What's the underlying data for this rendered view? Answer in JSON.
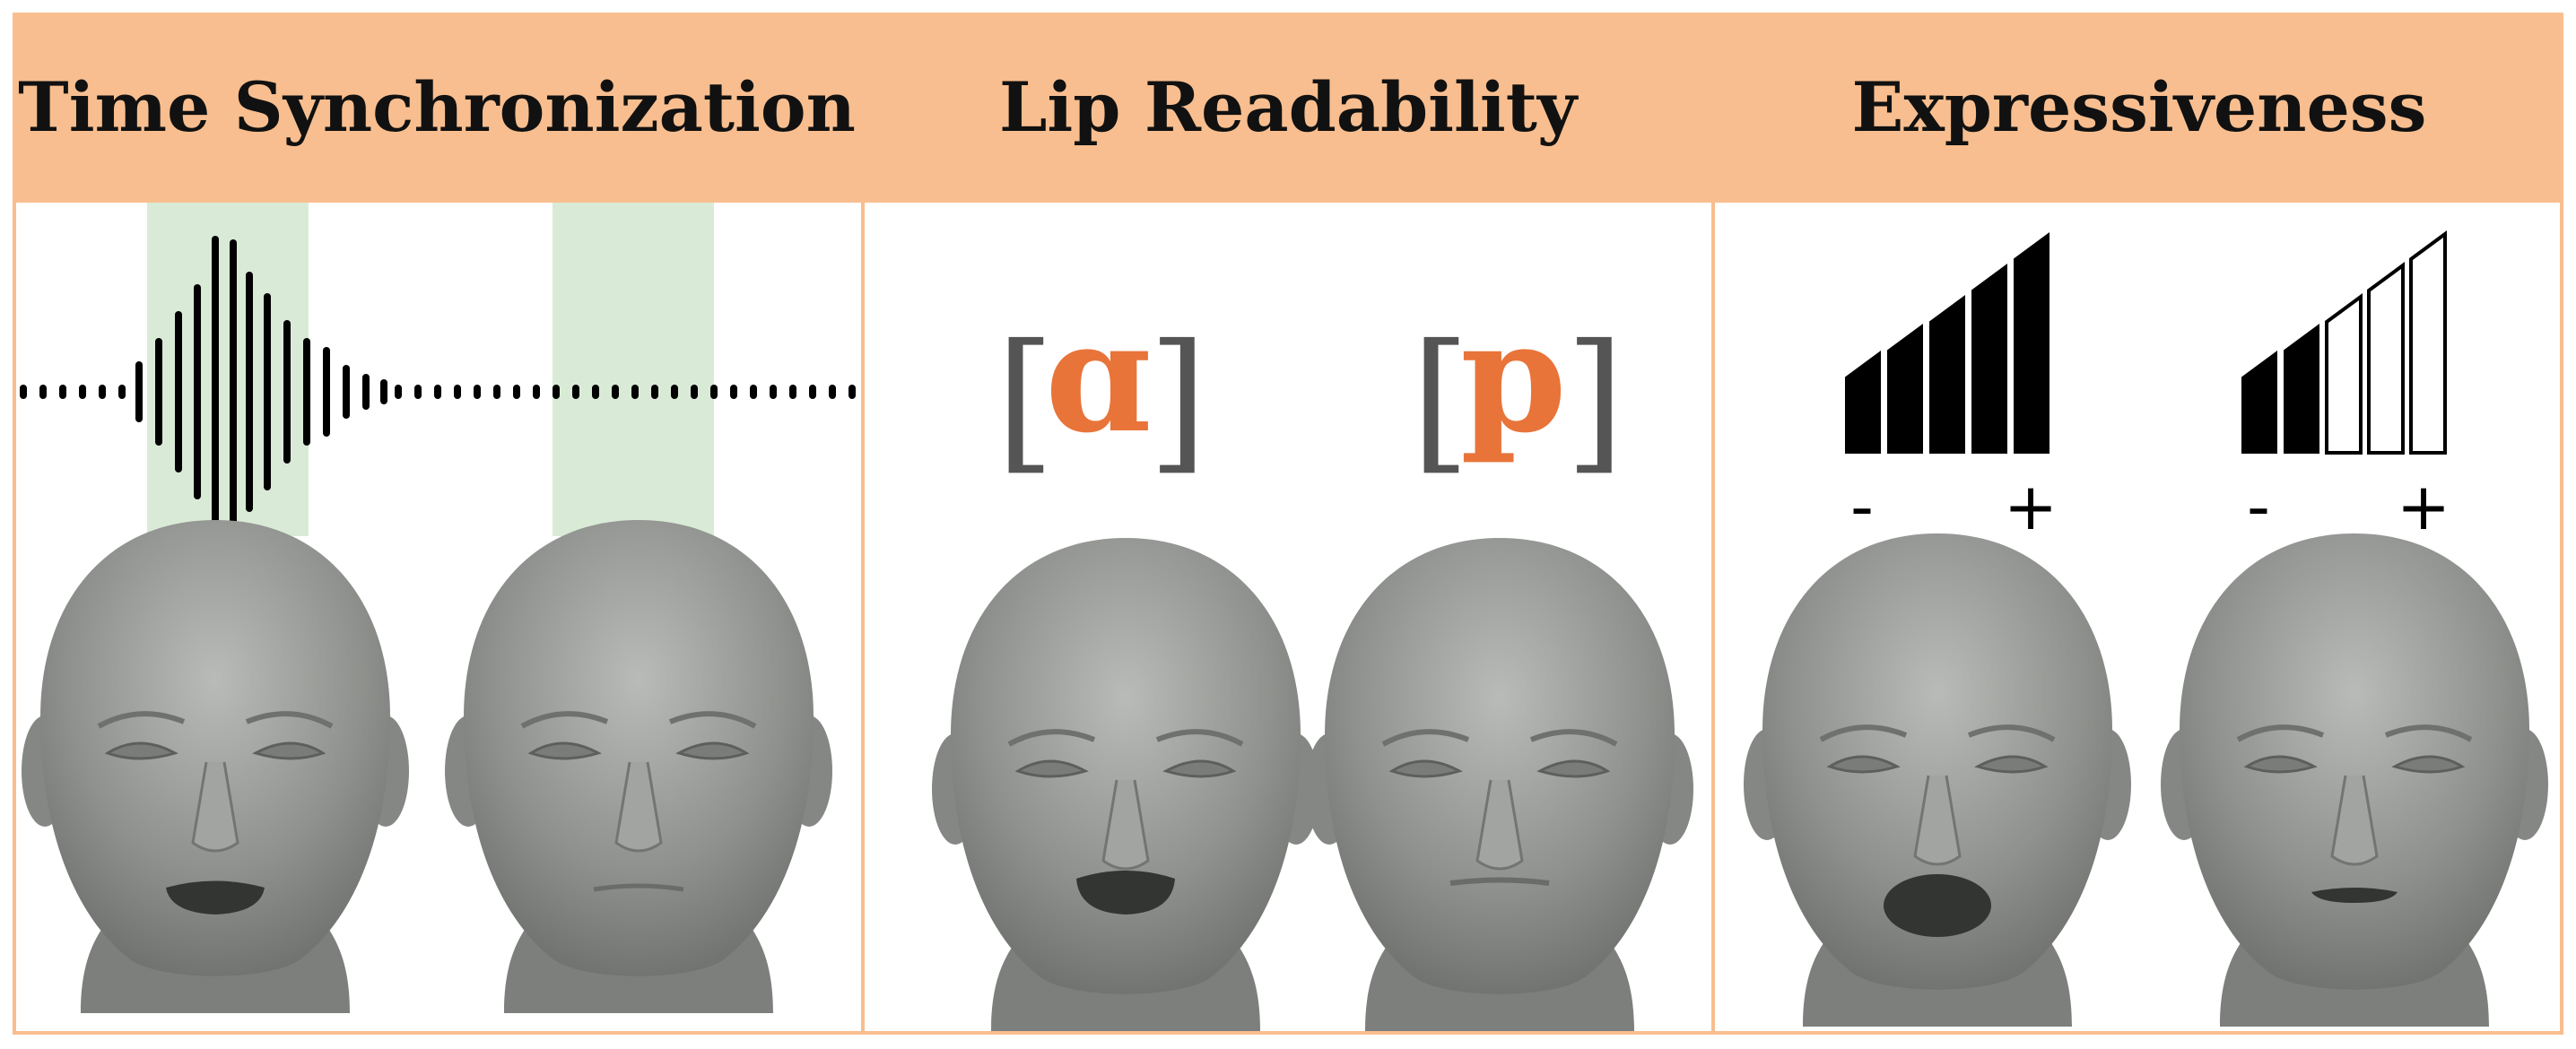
{
  "panels": [
    {
      "title": "Time Synchronization"
    },
    {
      "title": "Lip Readability",
      "phonemes": [
        "ɑ",
        "p"
      ]
    },
    {
      "title": "Expressiveness",
      "scale_minus": "-",
      "scale_plus": "+",
      "levels": [
        5,
        2
      ],
      "max_level": 5
    }
  ],
  "colors": {
    "header": "#f8be8f",
    "highlight": "#d9ebd6",
    "phoneme": "#e8743a",
    "bracket": "#555555",
    "face": "#8f918e",
    "mouth": "#333532"
  }
}
